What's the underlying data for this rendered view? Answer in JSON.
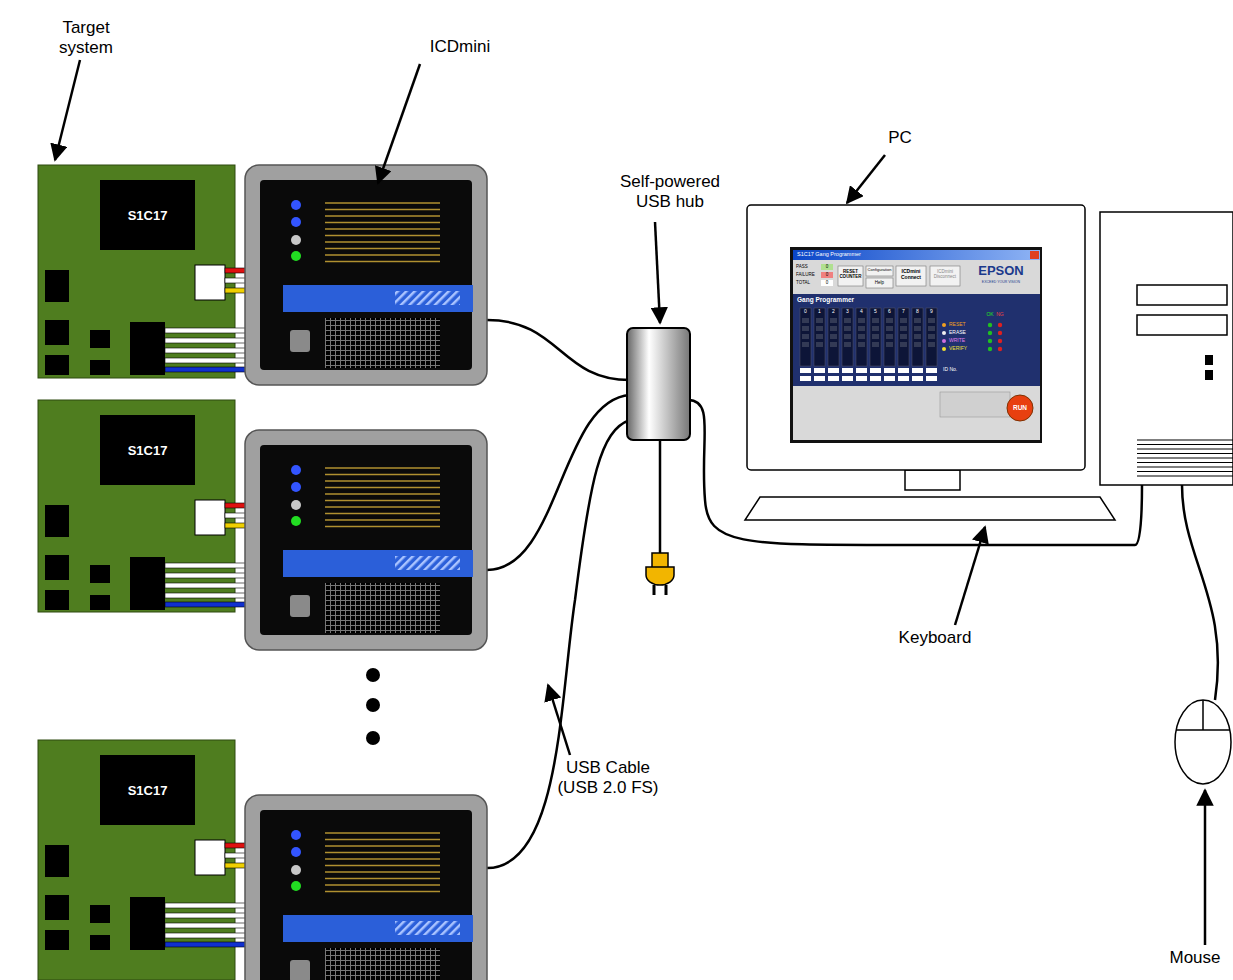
{
  "diagram": {
    "nodes": [
      {
        "text": [
          "S1C17"
        ]
      },
      {
        "text": [
          "S1C17"
        ]
      },
      {
        "text": [
          "S1C17"
        ]
      }
    ],
    "labels": [
      "Target system",
      "ICDmini",
      "PC",
      "Self-powered USB hub",
      "Keyboard",
      "USB Cable (USB 2.0 FS)",
      "Mouse",
      "S1C17 Gang Programmer",
      "PASS",
      "FAILURE",
      "TOTAL",
      "0",
      "0",
      "0",
      "RESET COUNTER",
      "Configuration",
      "Help",
      "ICDmini Connect",
      "ICDmini Disconnect",
      "EPSON",
      "EXCEED YOUR VISION",
      "Gang Programmer",
      "0",
      "1",
      "2",
      "3",
      "4",
      "5",
      "6",
      "7",
      "8",
      "9",
      "RESET",
      "ERASE",
      "WRITE",
      "VERIFY",
      "OK",
      "NG",
      "ID No.",
      "RUN"
    ]
  }
}
